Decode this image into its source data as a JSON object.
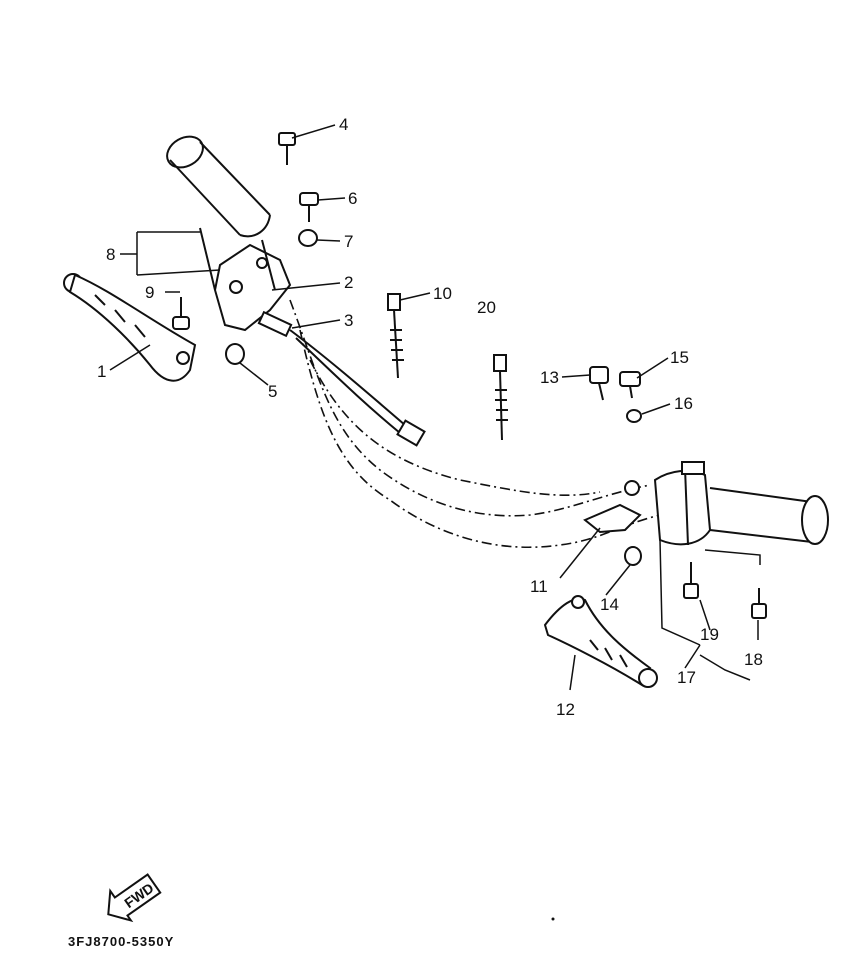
{
  "callouts": [
    "1",
    "2",
    "3",
    "4",
    "5",
    "6",
    "7",
    "8",
    "9",
    "10",
    "11",
    "12",
    "13",
    "14",
    "15",
    "16",
    "17",
    "18",
    "19",
    "20"
  ],
  "fwd_label": "FWD",
  "part_code": "3FJ8700-5350Y"
}
